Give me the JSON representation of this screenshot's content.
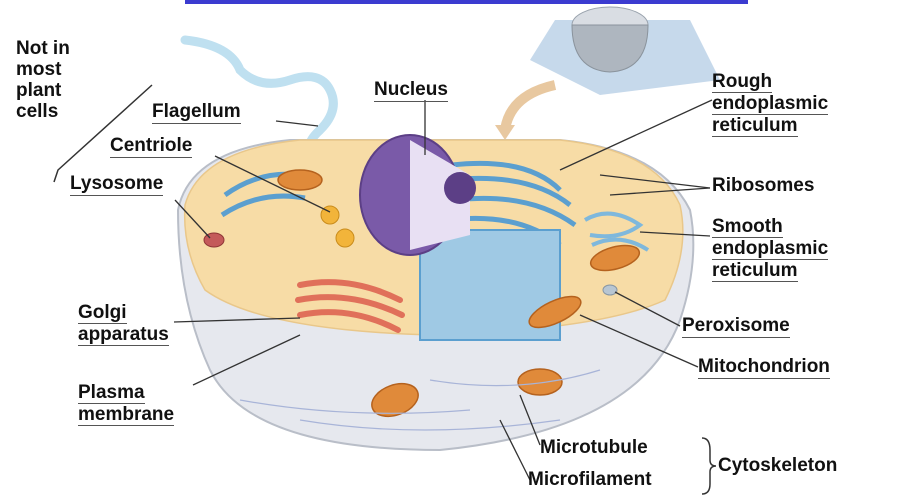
{
  "labels": {
    "not_in_most": [
      "Not in",
      "most",
      "plant",
      "cells"
    ],
    "flagellum": "Flagellum",
    "centriole": "Centriole",
    "lysosome": "Lysosome",
    "nucleus": "Nucleus",
    "rough_er": [
      "Rough",
      "endoplasmic",
      "reticulum"
    ],
    "ribosomes": "Ribosomes",
    "smooth_er": [
      "Smooth",
      "endoplasmic",
      "reticulum"
    ],
    "golgi": [
      "Golgi",
      "apparatus"
    ],
    "peroxisome": "Peroxisome",
    "mitochondrion": "Mitochondrion",
    "plasma_membrane": [
      "Plasma",
      "membrane"
    ],
    "microtubule": "Microtubule",
    "microfilament": "Microfilament",
    "cytoskeleton": "Cytoskeleton"
  },
  "colors": {
    "banner": "#3b3bd0",
    "cytoplasm": "#f7dca6",
    "membrane": "#e6e8ee",
    "nucleus": "#7a5aa8",
    "er": "#5b9fcf",
    "golgi": "#e0705a",
    "mitochondria": "#e08a3a",
    "leader_line": "#333333"
  }
}
